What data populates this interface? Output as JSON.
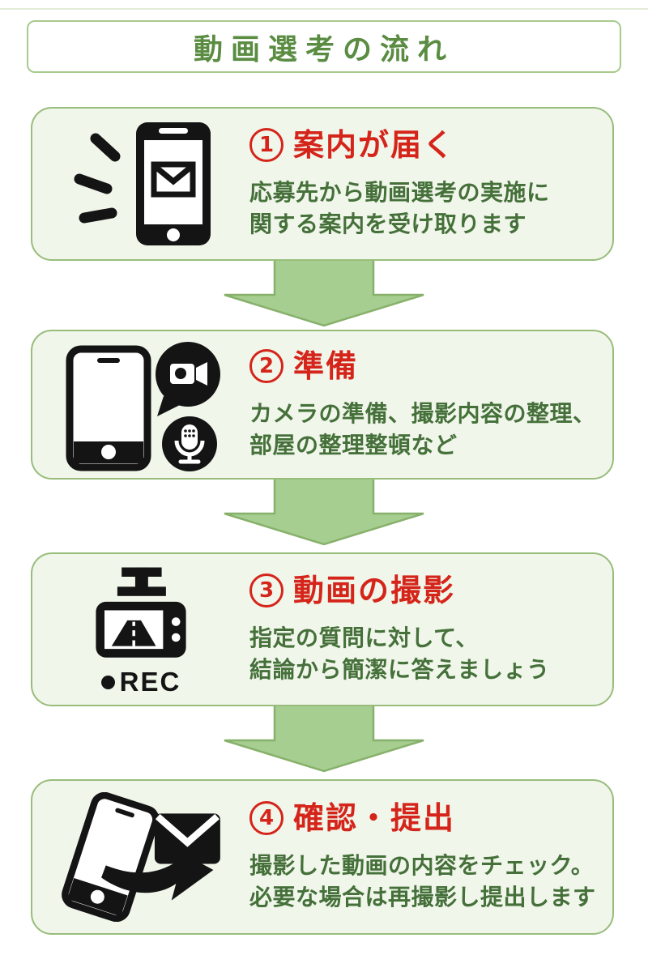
{
  "header": {
    "title": "動画選考の流れ",
    "text_color": "#5a8c42",
    "border_color": "#a8ca8c"
  },
  "colors": {
    "box_background": "#f0f6ea",
    "box_border": "#98bd7b",
    "step_title_red": "#d5251b",
    "description_green": "#45703a",
    "arrow_fill": "#a6ce90",
    "arrow_border": "#87b16b",
    "icon_black": "#141414",
    "top_rule": "#e2ecd6"
  },
  "steps": [
    {
      "number": "1",
      "title": "案内が届く",
      "desc_line1": "応募先から動画選考の実施に",
      "desc_line2": "関する案内を受け取ります",
      "icon": "smartphone-mail-icon"
    },
    {
      "number": "2",
      "title": "準備",
      "desc_line1": "カメラの準備、撮影内容の整理、",
      "desc_line2": "部屋の整理整頓など",
      "icon": "smartphone-video-mic-icon"
    },
    {
      "number": "3",
      "title": "動画の撮影",
      "desc_line1": "指定の質問に対して、",
      "desc_line2": "結論から簡潔に答えましょう",
      "icon": "recording-camera-icon",
      "rec_label": "REC"
    },
    {
      "number": "4",
      "title": "確認・提出",
      "desc_line1": "撮影した動画の内容をチェック。",
      "desc_line2": "必要な場合は再撮影し提出します",
      "icon": "smartphone-send-mail-icon"
    }
  ]
}
